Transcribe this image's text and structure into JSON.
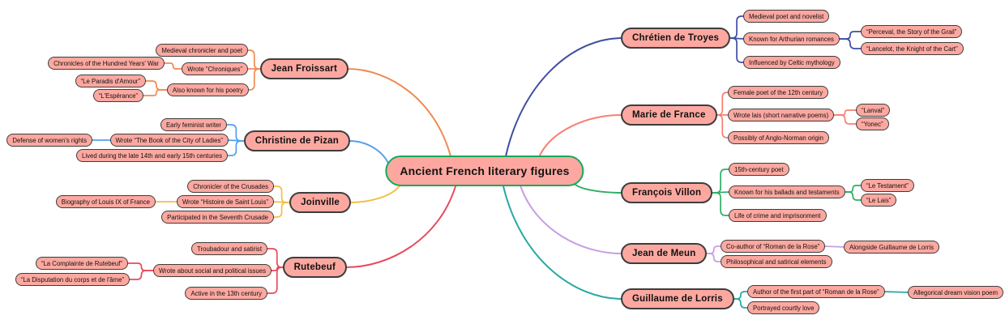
{
  "root": {
    "label": "Ancient French literary figures"
  },
  "theme": {
    "node_fill": "#fca8a0",
    "node_border": "#3d3d3d",
    "root_border": "#16a85c",
    "text_color": "#111111",
    "background": "#ffffff"
  },
  "branches": [
    {
      "label": "Chrétien de Troyes",
      "color": "#3f4da1",
      "children": [
        {
          "label": "Medieval poet and novelist",
          "children": []
        },
        {
          "label": "Known for Arthurian romances",
          "children": [
            {
              "label": "“Perceval, the Story of the Grail”"
            },
            {
              "label": "“Lancelot, the Knight of the Cart”"
            }
          ]
        },
        {
          "label": "Influenced by Celtic mythology",
          "children": []
        }
      ]
    },
    {
      "label": "Marie de France",
      "color": "#f87f72",
      "children": [
        {
          "label": "Female poet of the 12th century",
          "children": []
        },
        {
          "label": "Wrote lais (short narrative poems)",
          "children": [
            {
              "label": "“Lanval”"
            },
            {
              "label": "“Yonec”"
            }
          ]
        },
        {
          "label": "Possibly of Anglo-Norman origin",
          "children": []
        }
      ]
    },
    {
      "label": "François Villon",
      "color": "#2fae67",
      "children": [
        {
          "label": "15th-century poet",
          "children": []
        },
        {
          "label": "Known for his ballads and testaments",
          "children": [
            {
              "label": "“Le Testament”"
            },
            {
              "label": "“Le Lais”"
            }
          ]
        },
        {
          "label": "Life of crime and imprisonment",
          "children": []
        }
      ]
    },
    {
      "label": "Jean de Meun",
      "color": "#c79ee2",
      "children": [
        {
          "label": "Co-author of “Roman de la Rose”",
          "children": [
            {
              "label": "Alongside Guillaume de Lorris"
            }
          ]
        },
        {
          "label": "Philosophical and satirical elements",
          "children": []
        }
      ]
    },
    {
      "label": "Guillaume de Lorris",
      "color": "#27a8a4",
      "children": [
        {
          "label": "Author of the first part of “Roman de la Rose”",
          "children": [
            {
              "label": "Allegorical dream vision poem"
            }
          ]
        },
        {
          "label": "Portrayed courtly love",
          "children": []
        }
      ]
    },
    {
      "label": "Jean Froissart",
      "color": "#ef8a53",
      "children": [
        {
          "label": "Medieval chronicler and poet",
          "children": []
        },
        {
          "label": "Wrote “Chroniques”",
          "children": [
            {
              "label": "Chronicles of the Hundred Years' War"
            }
          ]
        },
        {
          "label": "Also known for his poetry",
          "children": [
            {
              "label": "“Le Paradis d'Amour”"
            },
            {
              "label": "“L'Espérance”"
            }
          ]
        }
      ]
    },
    {
      "label": "Christine de Pizan",
      "color": "#54a0ee",
      "children": [
        {
          "label": "Early feminist writer",
          "children": []
        },
        {
          "label": "Wrote “The Book of the City of Ladies”",
          "children": [
            {
              "label": "Defense of women's rights"
            }
          ]
        },
        {
          "label": "Lived during the late 14th and early 15th centuries",
          "children": []
        }
      ]
    },
    {
      "label": "Joinville",
      "color": "#f2bf45",
      "children": [
        {
          "label": "Chronicler of the Crusades",
          "children": []
        },
        {
          "label": "Wrote “Histoire de Saint Louis”",
          "children": [
            {
              "label": "Biography of Louis IX of France"
            }
          ]
        },
        {
          "label": "Participated in the Seventh Crusade",
          "children": []
        }
      ]
    },
    {
      "label": "Rutebeuf",
      "color": "#e64b5c",
      "children": [
        {
          "label": "Troubadour and satirist",
          "children": []
        },
        {
          "label": "Wrote about social and political issues",
          "children": [
            {
              "label": "“La Complainte de Rutebeuf”"
            },
            {
              "label": "“La Disputation du corps et de l'âme”"
            }
          ]
        },
        {
          "label": "Active in the 13th century",
          "children": []
        }
      ]
    }
  ]
}
